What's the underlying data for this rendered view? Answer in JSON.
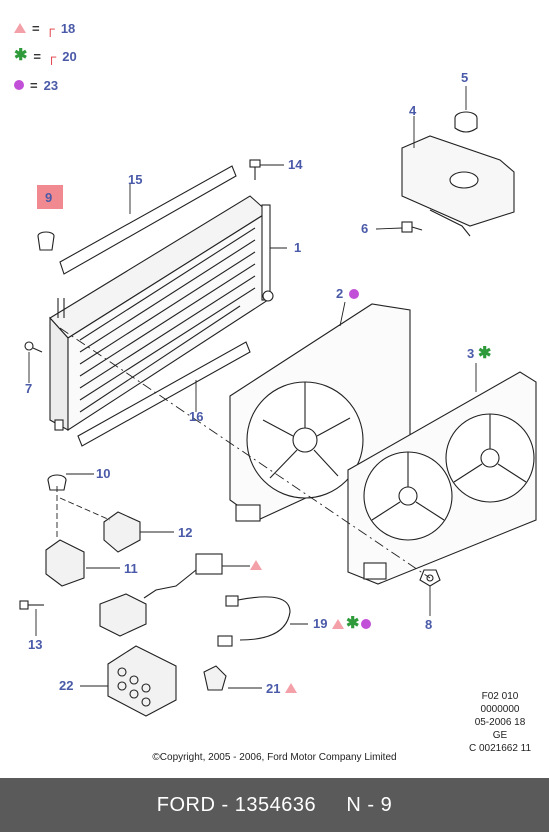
{
  "legend": [
    {
      "symbol": "triangle-icon",
      "color": "#f4a0a8",
      "eq": "=",
      "flag": "┌",
      "number": "18"
    },
    {
      "symbol": "star-icon",
      "color": "#2e9a3a",
      "eq": "=",
      "flag": "┌",
      "number": "20"
    },
    {
      "symbol": "dot-icon",
      "color": "#c24fd8",
      "eq": "=",
      "flag": "",
      "number": "23"
    }
  ],
  "callouts": {
    "c1": "1",
    "c2": "2",
    "c3": "3",
    "c4": "4",
    "c5": "5",
    "c6": "6",
    "c7": "7",
    "c8": "8",
    "c9": "9",
    "c10": "10",
    "c11": "11",
    "c12": "12",
    "c13": "13",
    "c14": "14",
    "c15": "15",
    "c16": "16",
    "c19": "19",
    "c21": "21",
    "c22": "22"
  },
  "highlighted_part": "9",
  "info_block": [
    "F02 010",
    "0000000",
    "05-2006 18",
    "GE",
    "C 0021662 11"
  ],
  "copyright": "©Copyright, 2005 - 2006, Ford Motor Company Limited",
  "footer": "FORD - 1354636     N - 9",
  "colors": {
    "callout": "#4a5aa8",
    "triangle": "#f4a0a8",
    "star": "#2e9a3a",
    "dot": "#c24fd8",
    "highlight": "#f08a90",
    "footer_bg": "#5a5a5a"
  }
}
